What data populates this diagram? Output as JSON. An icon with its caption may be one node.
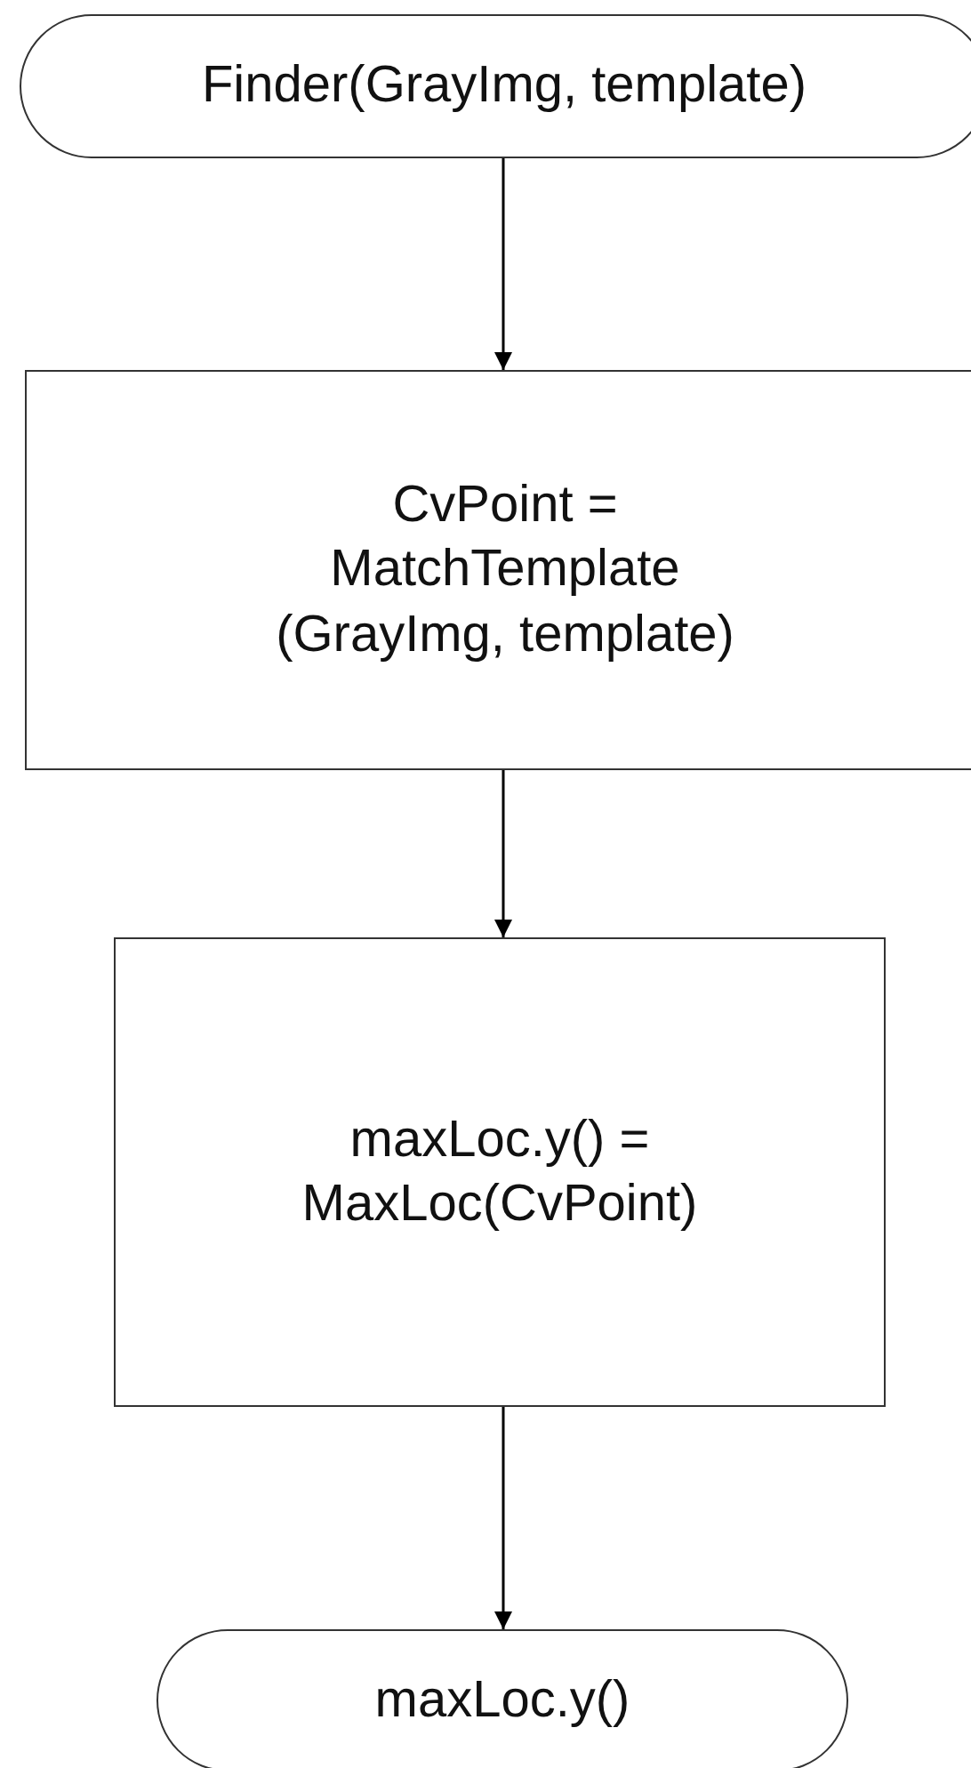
{
  "diagram": {
    "nodes": [
      {
        "text": [
          "Finder(GrayImg, template)"
        ]
      },
      {
        "text": [
          "CvPoint = MatchTemplate (GrayImg, template)"
        ]
      },
      {
        "text": [
          "maxLoc.y() = MaxLoc(CvPoint)"
        ]
      },
      {
        "text": [
          "maxLoc.y()"
        ]
      }
    ],
    "edges": [
      {
        "from": 0,
        "to": 1,
        "arrow": "to"
      },
      {
        "from": 1,
        "to": 2,
        "arrow": "to"
      },
      {
        "from": 2,
        "to": 3,
        "arrow": "to"
      }
    ]
  }
}
